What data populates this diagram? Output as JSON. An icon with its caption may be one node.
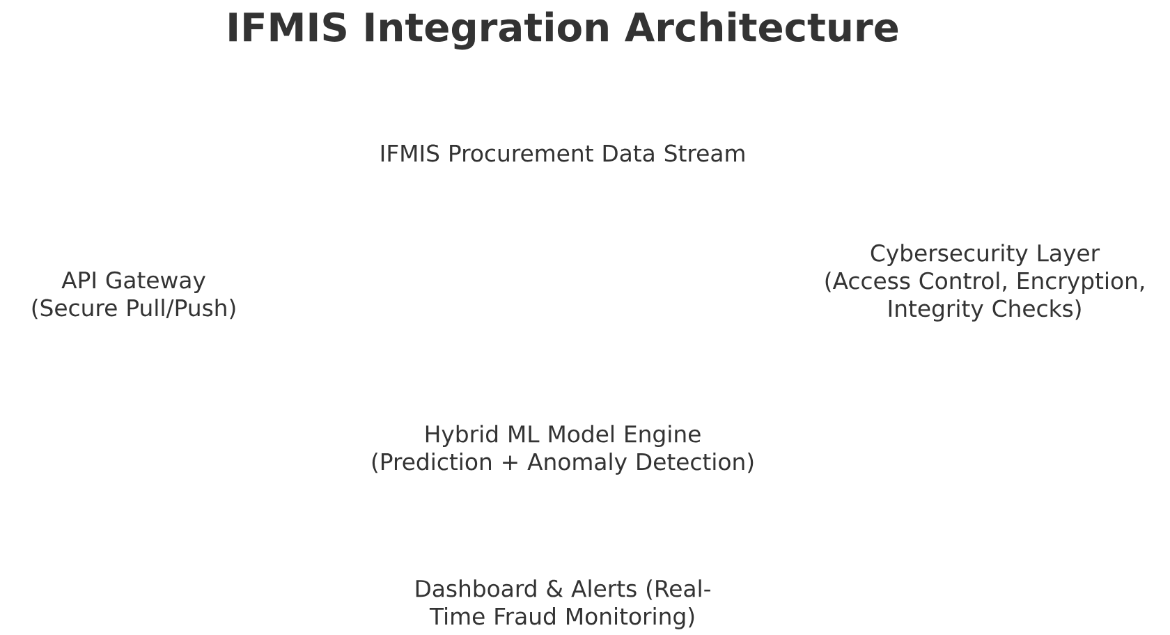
{
  "diagram": {
    "title": "IFMIS Integration Architecture",
    "labels": [
      "IFMIS Procurement Data Stream",
      "API Gateway (Secure Pull/Push)",
      "Cybersecurity Layer (Access Control, Encryption, Integrity Checks)",
      "Hybrid ML Model Engine (Prediction + Anomaly Detection)",
      "Dashboard & Alerts (Real-Time Fraud Monitoring)"
    ]
  }
}
